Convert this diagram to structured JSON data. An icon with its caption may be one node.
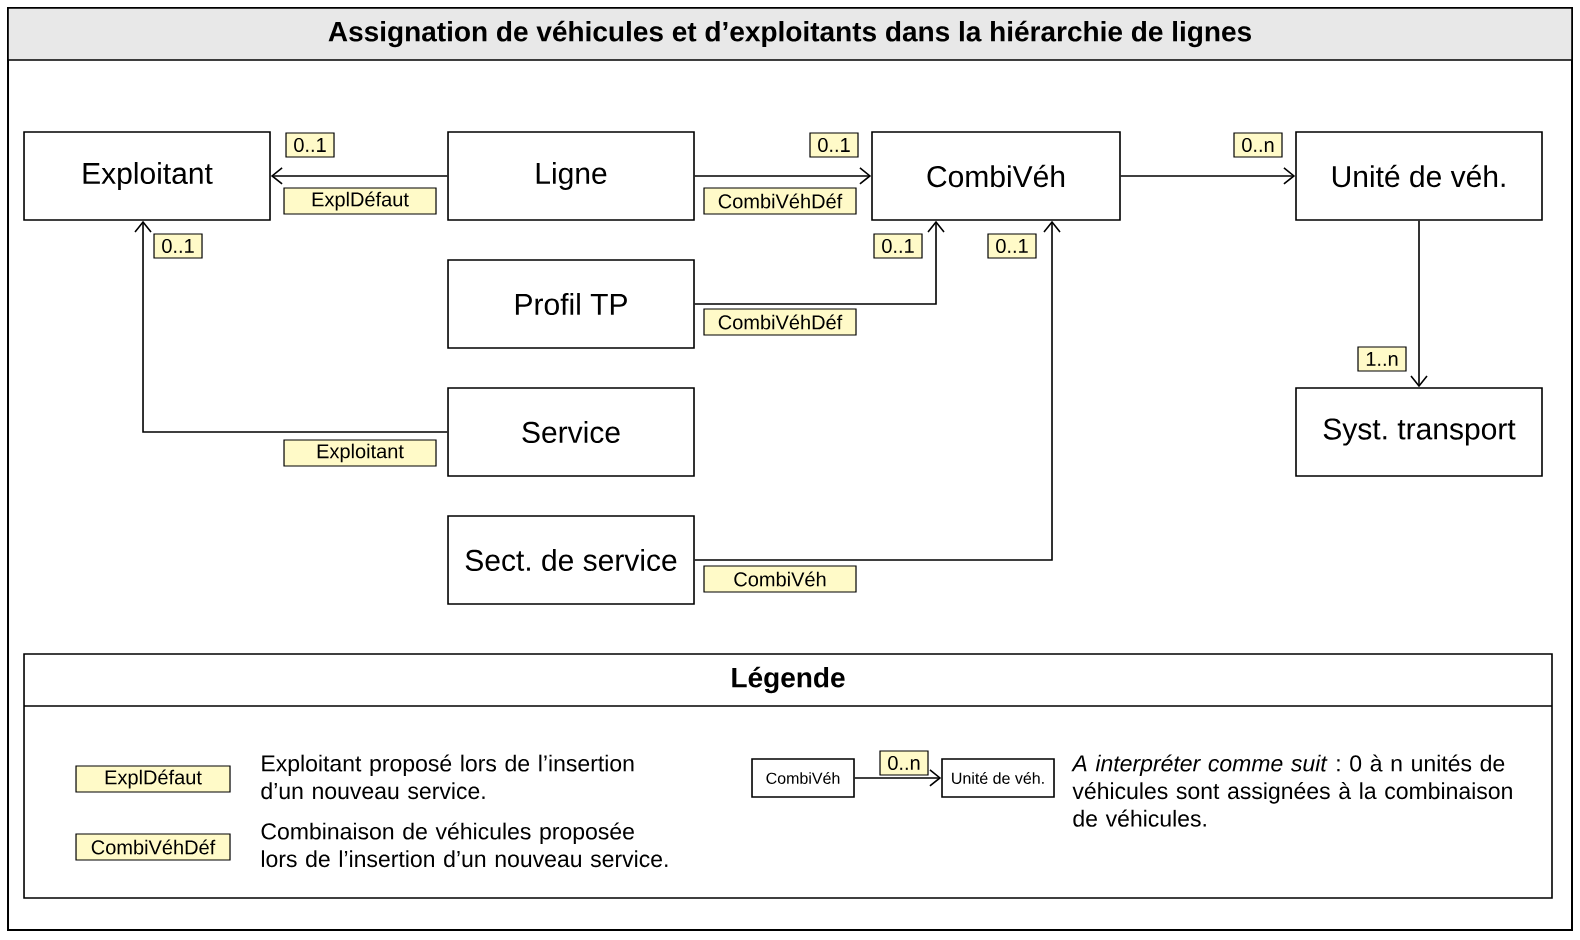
{
  "diagram": {
    "title": "Assignation de véhicules et d’exploitants dans la hiérarchie de lignes",
    "nodes": [
      {
        "text": [
          "Exploitant"
        ]
      },
      {
        "text": [
          "Ligne"
        ]
      },
      {
        "text": [
          "CombiVéh"
        ]
      },
      {
        "text": [
          "Unité de véh."
        ]
      },
      {
        "text": [
          "Profil TP"
        ]
      },
      {
        "text": [
          "Service"
        ]
      },
      {
        "text": [
          "Syst. transport"
        ]
      },
      {
        "text": [
          "Sect. de service"
        ]
      },
      {
        "text": [
          "Légende"
        ]
      },
      {
        "text": [
          "CombiVéh"
        ],
        "in": 8
      },
      {
        "text": [
          "Unité de véh."
        ],
        "in": 8
      }
    ],
    "edges": [
      {
        "from": 1,
        "to": 0,
        "arrow": "to",
        "label": "ExplDéfaut"
      },
      {
        "from": 1,
        "to": 2,
        "arrow": "to",
        "label": "CombiVéhDéf"
      },
      {
        "from": 2,
        "to": 3,
        "arrow": "to"
      },
      {
        "from": 4,
        "to": 2,
        "arrow": "to",
        "label": "CombiVéhDéf"
      },
      {
        "from": 5,
        "to": 0,
        "arrow": "to",
        "label": "Exploitant"
      },
      {
        "from": 3,
        "to": 6,
        "arrow": "to"
      },
      {
        "from": 7,
        "to": 2,
        "arrow": "to",
        "label": "CombiVéh"
      },
      {
        "from": 9,
        "to": 10,
        "arrow": "to"
      }
    ],
    "labels": [
      "0..1",
      "0..1",
      "0..n",
      "0..1",
      "0..1",
      "0..1",
      "1..n",
      "ExplDéfaut",
      "Exploitant proposé lors de l’insertion d’un nouveau service.",
      "CombiVéhDéf",
      "Combinaison de véhicules proposée lors de l’insertion d’un nouveau service.",
      "0..n",
      "*A interpréter comme suit* : 0 à n unités de véhicules sont assignées à la combinaison de véhicules."
    ]
  }
}
